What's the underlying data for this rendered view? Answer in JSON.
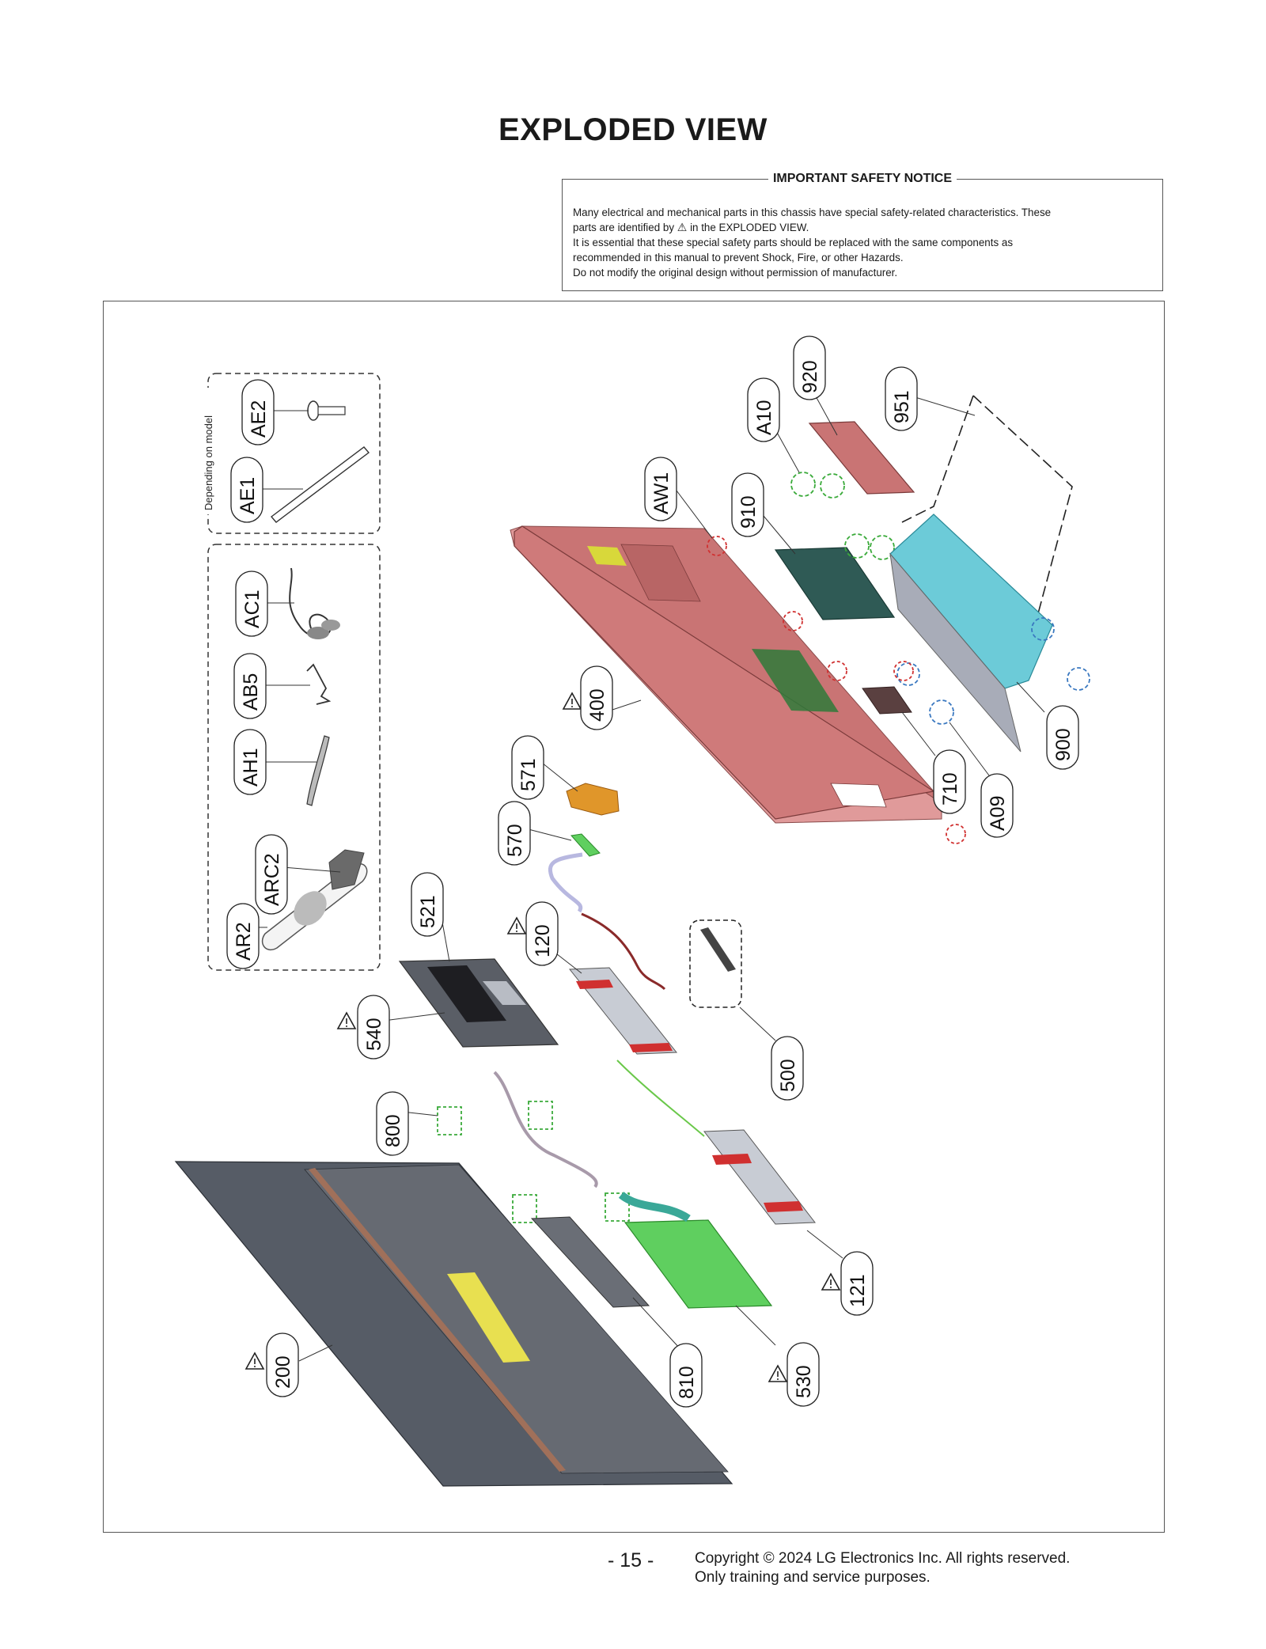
{
  "page": {
    "title": "EXPLODED VIEW",
    "page_number": "- 15 -"
  },
  "notice": {
    "title": "IMPORTANT SAFETY NOTICE",
    "line1": "Many electrical and mechanical parts in this chassis have special safety-related characteristics. These",
    "line2_pre": "parts are identified by",
    "line2_icon": "⚠",
    "line2_post": "in the EXPLODED VIEW.",
    "line3": "It is essential that these special safety parts should be replaced with the same components as",
    "line4": "recommended in this manual to prevent Shock, Fire, or other Hazards.",
    "line5": "Do not modify the original design without permission of manufacturer."
  },
  "accessories": {
    "group1_caption": "Depending on model",
    "group1_parts": [
      "AE2",
      "AE1"
    ],
    "group2_parts": [
      "AC1",
      "AB5",
      "AH1",
      "ARC2",
      "AR2"
    ]
  },
  "callouts": {
    "c920": "920",
    "c951": "951",
    "cA10": "A10",
    "cAW1": "AW1",
    "c910": "910",
    "c400": "400",
    "c571": "571",
    "c570": "570",
    "c710": "710",
    "cA09": "A09",
    "c900": "900",
    "c521": "521",
    "c120": "120",
    "c540": "540",
    "c500": "500",
    "c800": "800",
    "c121": "121",
    "c200": "200",
    "c810": "810",
    "c530": "530"
  },
  "safety_marked_parts": [
    "400",
    "120",
    "540",
    "121",
    "200",
    "530"
  ],
  "colors": {
    "back_cover": "#cf7a7a",
    "cover_plate": "#c97474",
    "speaker_box": "#6ccbd8",
    "board_dark": "#2f5a55",
    "pcb_green": "#5fcf5f",
    "panel_gray": "#565c66",
    "bracket_orange": "#e0962a",
    "screw_green": "#3aaa3a",
    "screw_red": "#d03030",
    "screw_blue": "#3a78c0"
  },
  "footer": {
    "copyright": "Copyright © 2024 LG Electronics Inc. All rights reserved.",
    "purpose": "Only training and service purposes."
  }
}
